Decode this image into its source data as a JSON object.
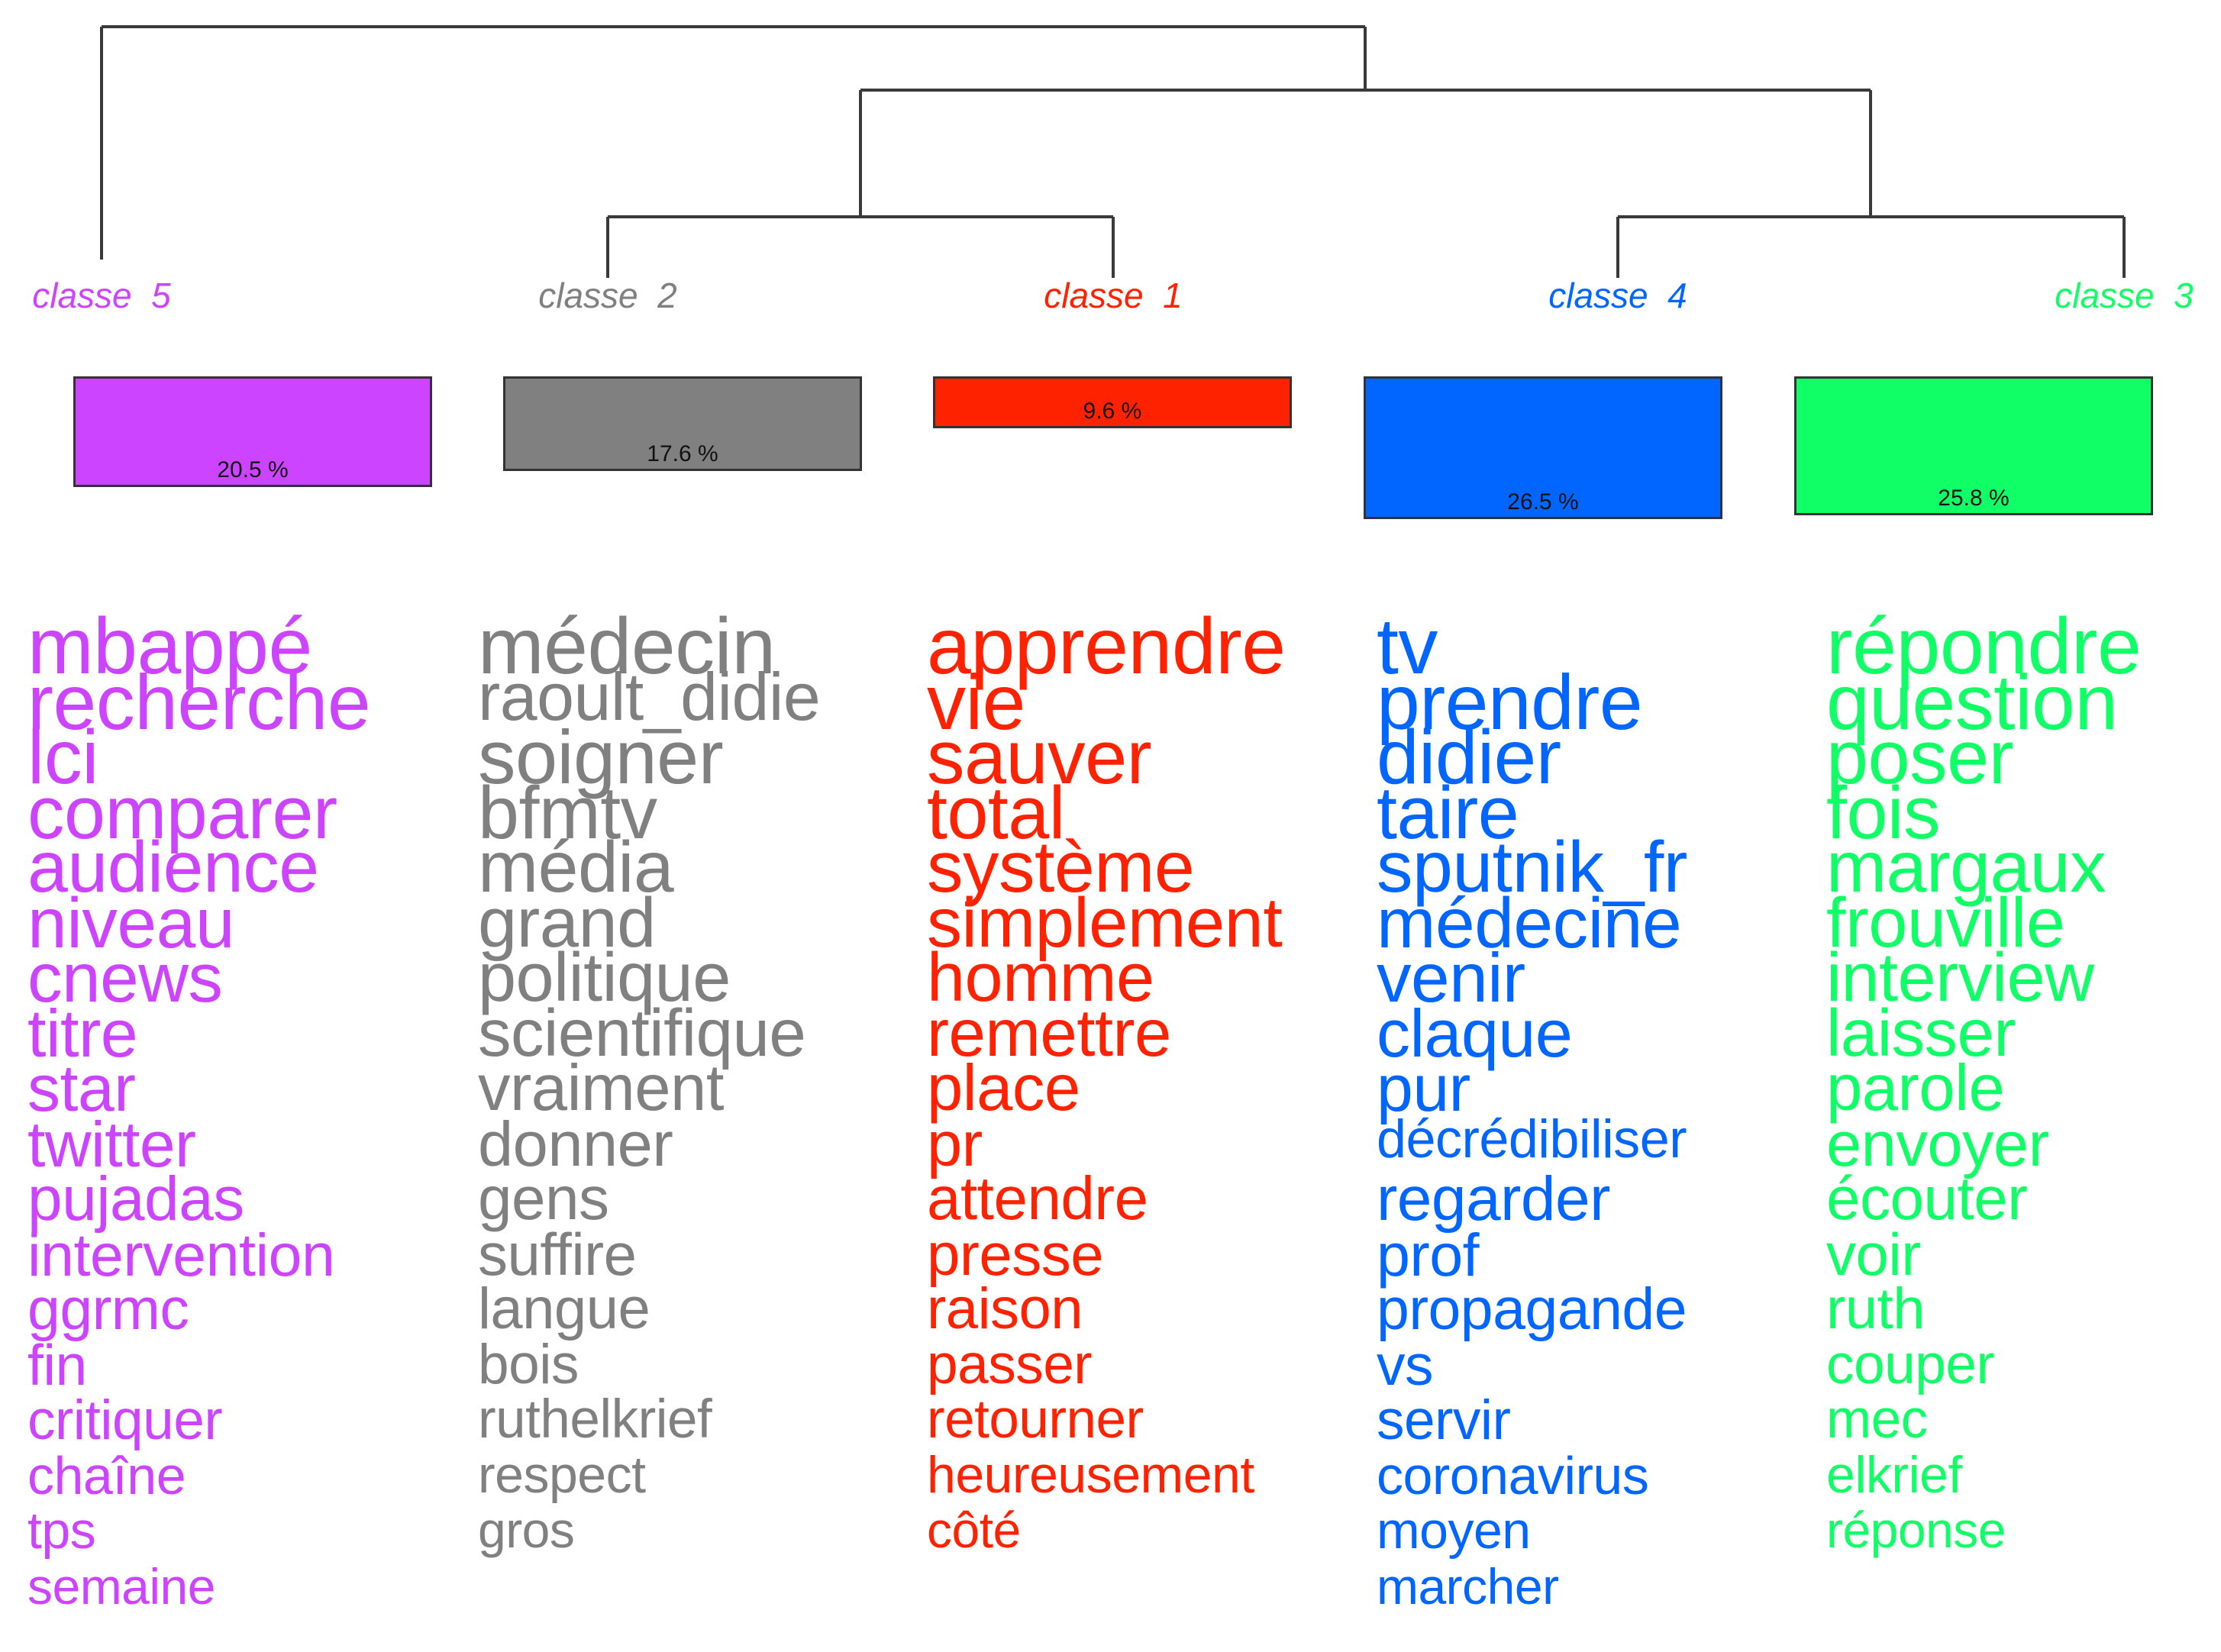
{
  "classes": [
    {
      "id": "5",
      "label": "classe  5",
      "color": "#cc44ff",
      "percent": 20.5,
      "percent_label": "20.5 %",
      "words": [
        "mbappé",
        "recherche",
        "lci",
        "comparer",
        "audience",
        "niveau",
        "cnews",
        "titre",
        "star",
        "twitter",
        "pujadas",
        "intervention",
        "ggrmc",
        "fin",
        "critiquer",
        "chaîne",
        "tps",
        "semaine"
      ]
    },
    {
      "id": "2",
      "label": "classe  2",
      "color": "#808080",
      "percent": 17.6,
      "percent_label": "17.6 %",
      "words": [
        "médecin",
        "raoult_didie",
        "soigner",
        "bfmtv",
        "média",
        "grand",
        "politique",
        "scientifique",
        "vraiment",
        "donner",
        "gens",
        "suffire",
        "langue",
        "bois",
        "ruthelkrief",
        "respect",
        "gros"
      ]
    },
    {
      "id": "1",
      "label": "classe  1",
      "color": "#ff2200",
      "percent": 9.6,
      "percent_label": "9.6 %",
      "words": [
        "apprendre",
        "vie",
        "sauver",
        "total",
        "système",
        "simplement",
        "homme",
        "remettre",
        "place",
        "pr",
        "attendre",
        "presse",
        "raison",
        "passer",
        "retourner",
        "heureusement",
        "côté"
      ]
    },
    {
      "id": "4",
      "label": "classe  4",
      "color": "#0066ff",
      "percent": 26.5,
      "percent_label": "26.5 %",
      "words": [
        "tv",
        "prendre",
        "didier",
        "taire",
        "sputnik_fr",
        "médecine",
        "venir",
        "claque",
        "pur",
        "décrédibiliser",
        "regarder",
        "prof",
        "propagande",
        "vs",
        "servir",
        "coronavirus",
        "moyen",
        "marcher"
      ]
    },
    {
      "id": "3",
      "label": "classe  3",
      "color": "#11ff66",
      "percent": 25.8,
      "percent_label": "25.8 %",
      "words": [
        "répondre",
        "question",
        "poser",
        "fois",
        "margaux",
        "frouville",
        "interview",
        "laisser",
        "parole",
        "envoyer",
        "écouter",
        "voir",
        "ruth",
        "couper",
        "mec",
        "elkrief",
        "réponse"
      ]
    }
  ]
}
